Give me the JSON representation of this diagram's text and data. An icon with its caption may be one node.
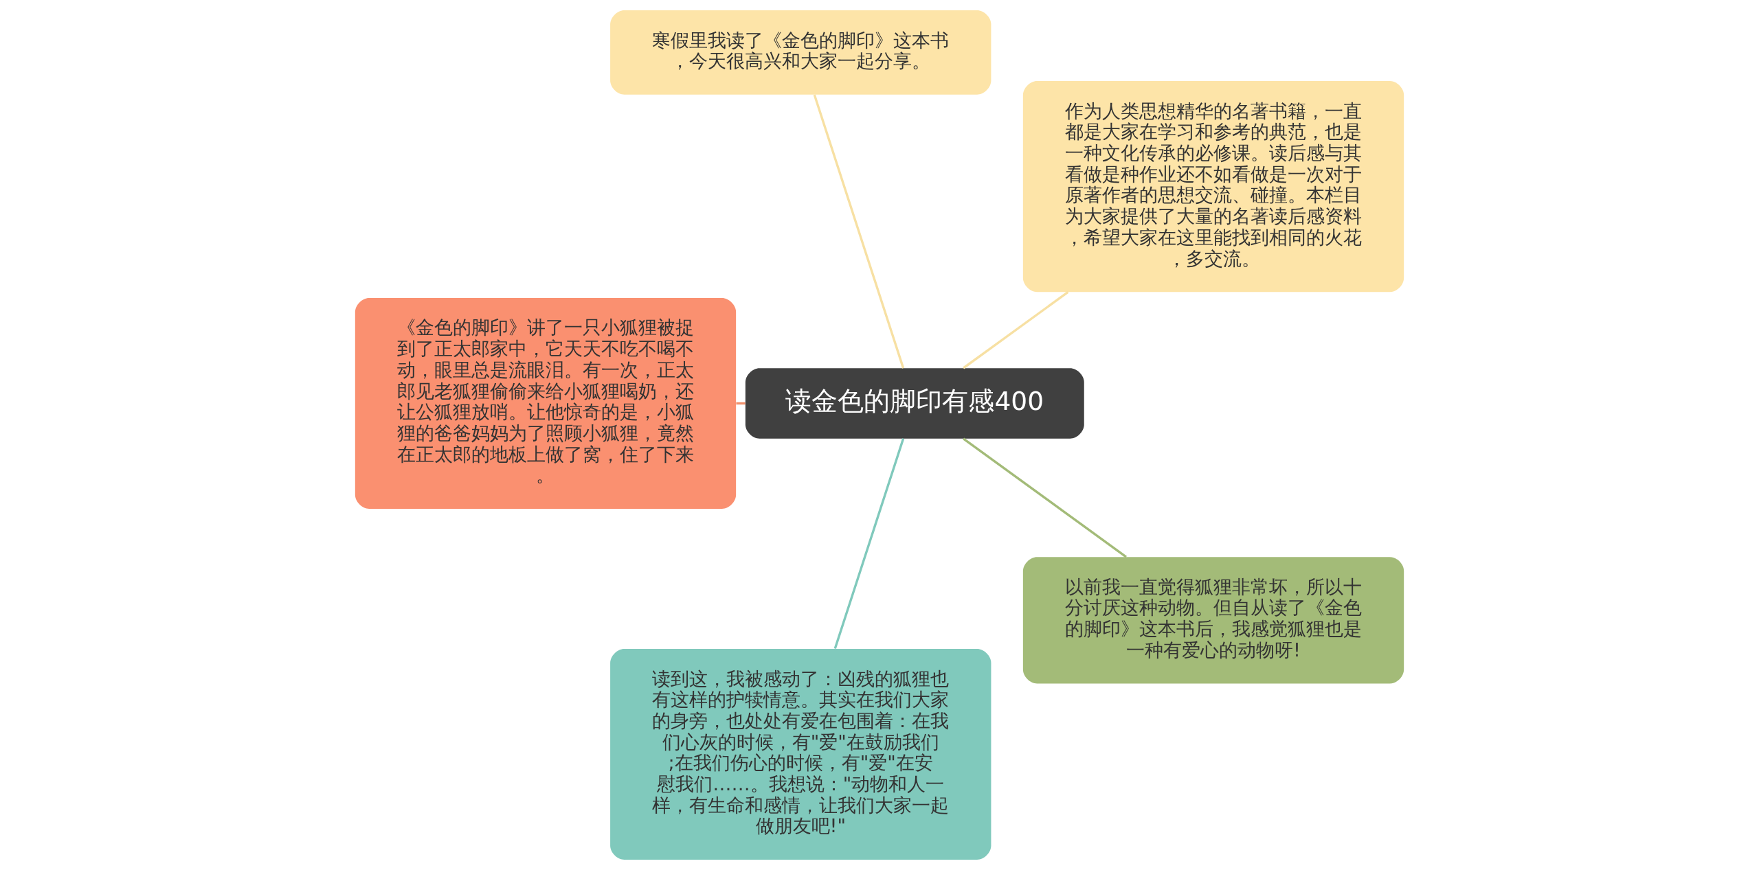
{
  "diagram": {
    "nodes": [
      {
        "text": [
          "读金色的脚印有感400"
        ]
      },
      {
        "text": [
          "寒假里我读了《金色的脚印》这本书，今天很高兴和大家一起分享。"
        ]
      },
      {
        "text": [
          "《金色的脚印》讲了一只小狐狸被捉到了正太郎家中，它天天不吃不喝不动，眼里总是流眼泪。有一次，正太郎见老狐狸偷偷来给小狐狸喝奶，还让公狐狸放哨。让他惊奇的是，小狐狸的爸爸妈妈为了照顾小狐狸，竟然在正太郎的地板上做了窝，住了下来。"
        ]
      },
      {
        "text": [
          "作为人类思想精华的名著书籍，一直都是大家在学习和参考的典范，也是一种文化传承的必修课。读后感与其看做是种作业还不如看做是一次对于原著作者的思想交流、碰撞。本栏目为大家提供了大量的名著读后感资料，希望大家在这里能找到相同的火花，多交流。"
        ]
      },
      {
        "text": [
          "以前我一直觉得狐狸非常坏，所以十分讨厌这种动物。但自从读了《金色的脚印》这本书后，我感觉狐狸也是一种有爱心的动物呀!"
        ]
      },
      {
        "text": [
          "读到这，我被感动了：凶残的狐狸也有这样的护犊情意。其实在我们大家的身旁，也处处有爱在包围着：在我们心灰的时候，有\"爱\"在鼓励我们;在我们伤心的时候，有\"爱\"在安慰我们……。我想说：\"动物和人一样，有生命和感情，让我们大家一起做朋友吧!\""
        ]
      }
    ],
    "edges": [
      {
        "from": 0,
        "to": 1,
        "arrow": "none",
        "color": "#f7e0a3"
      },
      {
        "from": 0,
        "to": 2,
        "arrow": "none",
        "color": "#f0906c"
      },
      {
        "from": 0,
        "to": 3,
        "arrow": "none",
        "color": "#f7e0a3"
      },
      {
        "from": 0,
        "to": 4,
        "arrow": "none",
        "color": "#a3bb78"
      },
      {
        "from": 0,
        "to": 5,
        "arrow": "none",
        "color": "#80c9bc"
      }
    ]
  }
}
